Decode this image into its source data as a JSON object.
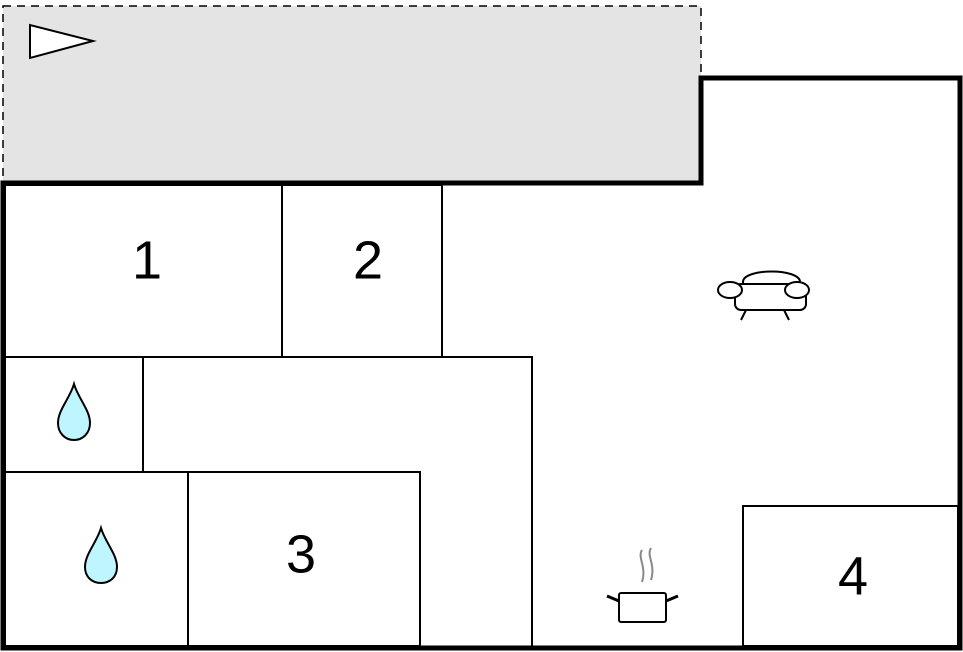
{
  "floorplan": {
    "colors": {
      "wall": "#000000",
      "background": "#ffffff",
      "terrace_fill": "#e4e4e4",
      "water_drop": "#bff5ff"
    },
    "rooms": [
      {
        "label": "1",
        "type": "bedroom"
      },
      {
        "label": "2",
        "type": "bedroom"
      },
      {
        "label": "3",
        "type": "bedroom"
      },
      {
        "label": "4",
        "type": "bedroom"
      }
    ],
    "icons": [
      "north-arrow-icon",
      "sofa-icon",
      "cooking-pot-icon",
      "water-drop-icon",
      "water-drop-icon"
    ],
    "areas": [
      "terrace",
      "living-room",
      "kitchen",
      "bathroom",
      "bathroom",
      "hallway"
    ]
  }
}
